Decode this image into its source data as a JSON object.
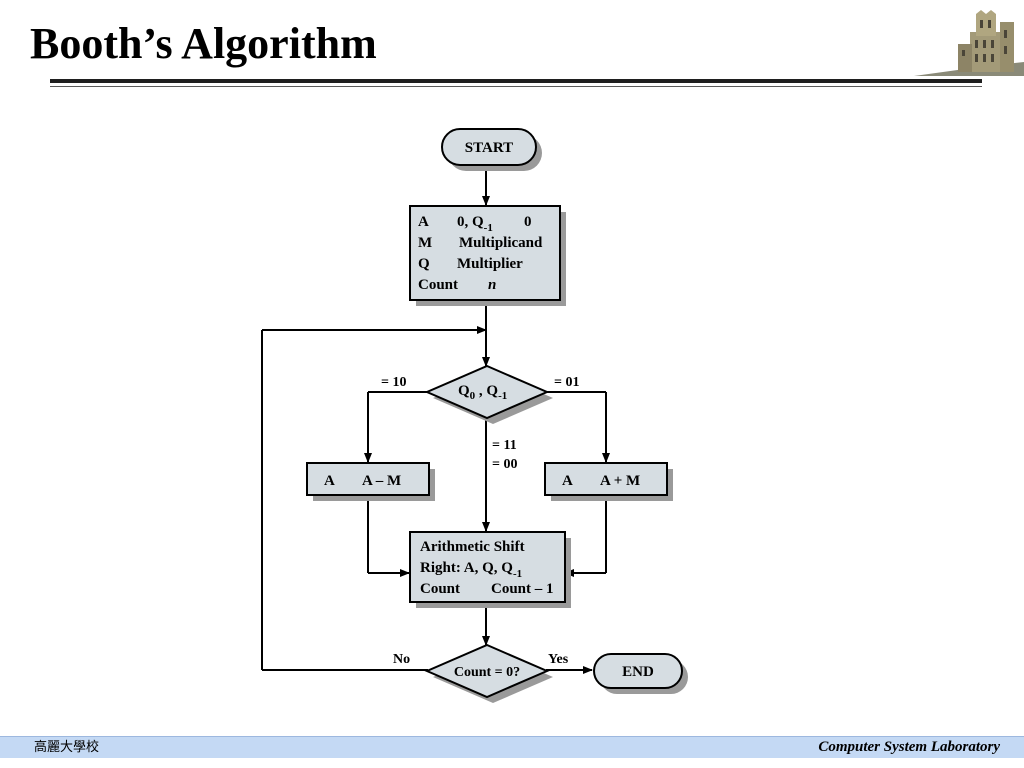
{
  "slide": {
    "title": "Booth’s Algorithm"
  },
  "flowchart": {
    "start": "START",
    "init": {
      "line1": {
        "reg": "A",
        "val": "0, Q",
        "sub": "-1",
        "tail": "0"
      },
      "line2": {
        "reg": "M",
        "val": "Multiplicand"
      },
      "line3": {
        "reg": "Q",
        "val": "Multiplier"
      },
      "line4": {
        "reg": "Count",
        "val": "n"
      }
    },
    "decision1": {
      "q0": "Q",
      "q0_sub": "0",
      "sep": " , Q",
      "q1_sub": "-1"
    },
    "branch_left": "= 10",
    "branch_right": "= 01",
    "branch_middle_1": "= 11",
    "branch_middle_2": "= 00",
    "sub_box": {
      "reg": "A",
      "expr": "A – M"
    },
    "add_box": {
      "reg": "A",
      "expr": "A + M"
    },
    "shift": {
      "line1": "Arithmetic Shift",
      "line2": "Right: A, Q, Q",
      "line2_sub": "-1",
      "line3_reg": "Count",
      "line3_val": "Count – 1"
    },
    "decision2": "Count = 0?",
    "no": "No",
    "yes": "Yes",
    "end": "END"
  },
  "footer": {
    "left": "高麗大學校",
    "right": "Computer System Laboratory"
  },
  "colors": {
    "box_fill": "#d6dde2",
    "shadow": "#9a9a9a",
    "footer_bar": "#c4d9f4"
  }
}
